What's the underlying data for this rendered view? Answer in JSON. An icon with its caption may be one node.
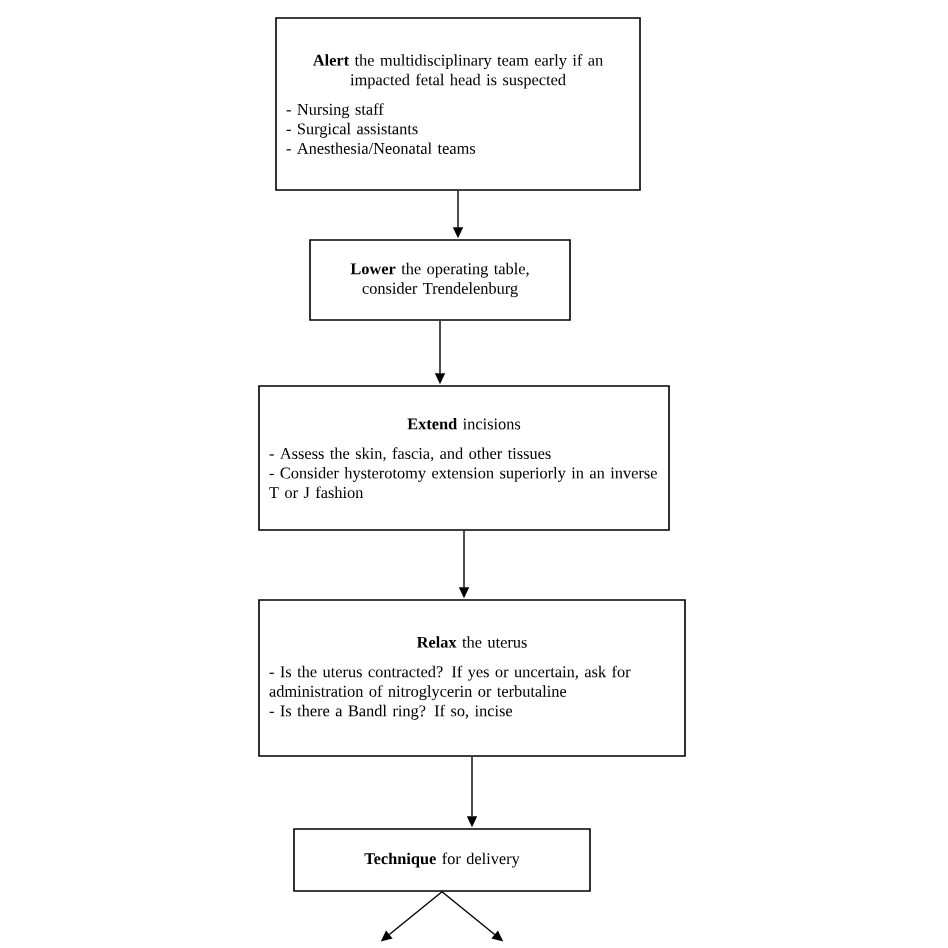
{
  "diagram": {
    "nodes": [
      {
        "text": [
          "**Alert** the multidisciplinary team early if an impacted fetal head is suspected",
          "- Nursing staff",
          "- Surgical assistants",
          "- Anesthesia/Neonatal teams"
        ]
      },
      {
        "text": [
          "**Lower** the operating table, consider Trendelenburg"
        ]
      },
      {
        "text": [
          "**Extend** incisions",
          "- Assess the skin, fascia, and other tissues",
          "- Consider hysterotomy extension superiorly in an inverse T or J fashion"
        ]
      },
      {
        "text": [
          "**Relax** the uterus",
          "- Is the uterus contracted? If yes or uncertain, ask for administration of nitroglycerin or terbutaline",
          "- Is there a Bandl ring? If so, incise"
        ]
      },
      {
        "text": [
          "**Technique** for delivery"
        ]
      }
    ],
    "edges": [
      {
        "from": 0,
        "to": 1,
        "arrow": "to"
      },
      {
        "from": 1,
        "to": 2,
        "arrow": "to"
      },
      {
        "from": 2,
        "to": 3,
        "arrow": "to"
      },
      {
        "from": 3,
        "to": 4,
        "arrow": "to"
      },
      {
        "from": 4,
        "to": null,
        "arrow": "to"
      },
      {
        "from": 4,
        "to": null,
        "arrow": "to"
      }
    ]
  }
}
